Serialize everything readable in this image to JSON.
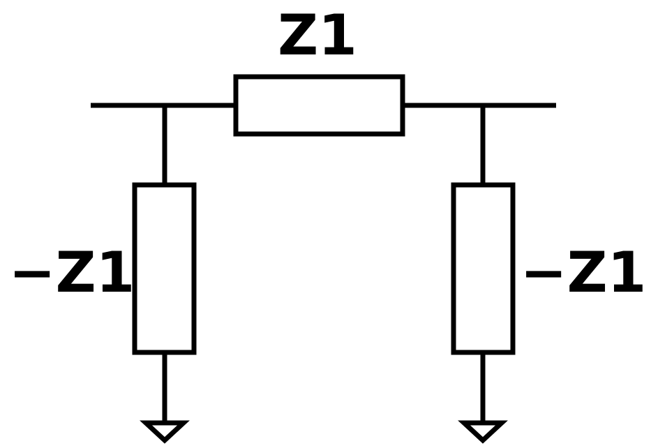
{
  "diagram": {
    "type": "pi-network",
    "series_impedance": {
      "label": "Z1"
    },
    "left_shunt_impedance": {
      "label": "−Z1"
    },
    "right_shunt_impedance": {
      "label": "−Z1"
    },
    "colors": {
      "line": "#000000",
      "background": "#ffffff"
    }
  }
}
